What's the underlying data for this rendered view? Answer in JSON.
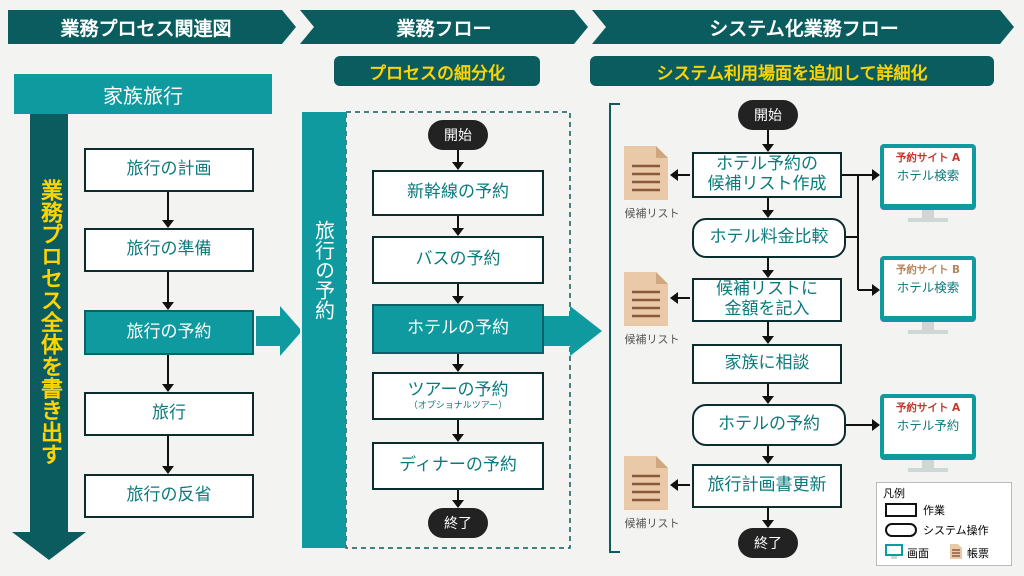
{
  "headers": {
    "col1": "業務プロセス関連図",
    "col2": "業務フロー",
    "col3": "システム化業務フロー"
  },
  "subheaders": {
    "col2": "プロセスの細分化",
    "col3": "システム利用場面を追加して詳細化"
  },
  "col1": {
    "title": "家族旅行",
    "side_label": "業務プロセス全体を書き出す",
    "steps": [
      "旅行の計画",
      "旅行の準備",
      "旅行の予約",
      "旅行",
      "旅行の反省"
    ]
  },
  "col2": {
    "side_label": "旅行の予約",
    "start": "開始",
    "end": "終了",
    "steps": [
      "新幹線の予約",
      "バスの予約",
      "ホテルの予約",
      "ツアーの予約",
      "ディナーの予約"
    ],
    "tour_sub": "（オプショナルツアー）"
  },
  "col3": {
    "start": "開始",
    "end": "終了",
    "steps": [
      {
        "l1": "ホテル予約の",
        "l2": "候補リスト作成"
      },
      {
        "l1": "ホテル料金比較",
        "l2": ""
      },
      {
        "l1": "候補リストに",
        "l2": "金額を記入"
      },
      {
        "l1": "家族に相談",
        "l2": ""
      },
      {
        "l1": "ホテルの予約",
        "l2": ""
      },
      {
        "l1": "旅行計画書更新",
        "l2": ""
      }
    ],
    "doc_label": "候補リスト",
    "screens": [
      {
        "site": "予約サイト A",
        "action": "ホテル検索",
        "site_color": "#c0392b"
      },
      {
        "site": "予約サイト B",
        "action": "ホテル検索",
        "site_color": "#b8865a"
      },
      {
        "site": "予約サイト A",
        "action": "ホテル予約",
        "site_color": "#c0392b"
      }
    ]
  },
  "legend": {
    "title": "凡例",
    "task": "作業",
    "system": "システム操作",
    "screen": "画面",
    "document": "帳票"
  },
  "colors": {
    "dark_teal": "#0b5c5e",
    "teal": "#0f9aa0",
    "yellow": "#ffd400"
  }
}
